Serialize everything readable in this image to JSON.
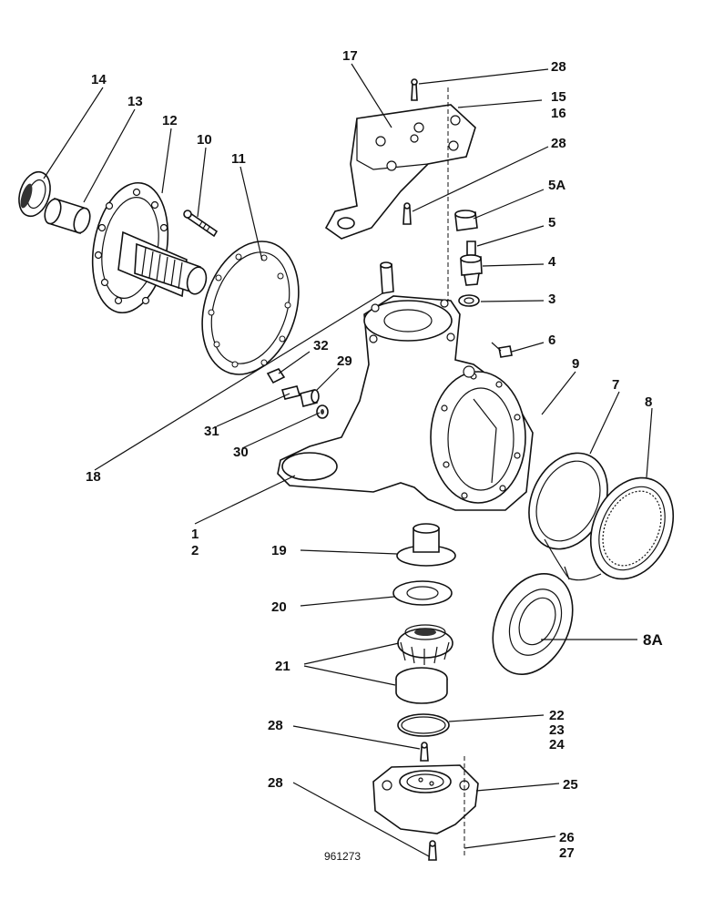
{
  "drawing_ref": "961273",
  "callouts": [
    {
      "id": "c14",
      "text": "14"
    },
    {
      "id": "c13",
      "text": "13"
    },
    {
      "id": "c12",
      "text": "12"
    },
    {
      "id": "c10",
      "text": "10"
    },
    {
      "id": "c11",
      "text": "11"
    },
    {
      "id": "c17",
      "text": "17"
    },
    {
      "id": "c28a",
      "text": "28"
    },
    {
      "id": "c15",
      "text": "15"
    },
    {
      "id": "c16",
      "text": "16"
    },
    {
      "id": "c28b",
      "text": "28"
    },
    {
      "id": "c5A",
      "text": "5A"
    },
    {
      "id": "c5",
      "text": "5"
    },
    {
      "id": "c4",
      "text": "4"
    },
    {
      "id": "c3",
      "text": "3"
    },
    {
      "id": "c6",
      "text": "6"
    },
    {
      "id": "c32",
      "text": "32"
    },
    {
      "id": "c29",
      "text": "29"
    },
    {
      "id": "c31",
      "text": "31"
    },
    {
      "id": "c30",
      "text": "30"
    },
    {
      "id": "c9",
      "text": "9"
    },
    {
      "id": "c7",
      "text": "7"
    },
    {
      "id": "c8",
      "text": "8"
    },
    {
      "id": "c18",
      "text": "18"
    },
    {
      "id": "c1",
      "text": "1"
    },
    {
      "id": "c2",
      "text": "2"
    },
    {
      "id": "c19",
      "text": "19"
    },
    {
      "id": "c20",
      "text": "20"
    },
    {
      "id": "c21",
      "text": "21"
    },
    {
      "id": "c8A",
      "text": "8A"
    },
    {
      "id": "c28c",
      "text": "28"
    },
    {
      "id": "c22",
      "text": "22"
    },
    {
      "id": "c23",
      "text": "23"
    },
    {
      "id": "c24",
      "text": "24"
    },
    {
      "id": "c28d",
      "text": "28"
    },
    {
      "id": "c25",
      "text": "25"
    },
    {
      "id": "c26",
      "text": "26"
    },
    {
      "id": "c27",
      "text": "27"
    }
  ]
}
